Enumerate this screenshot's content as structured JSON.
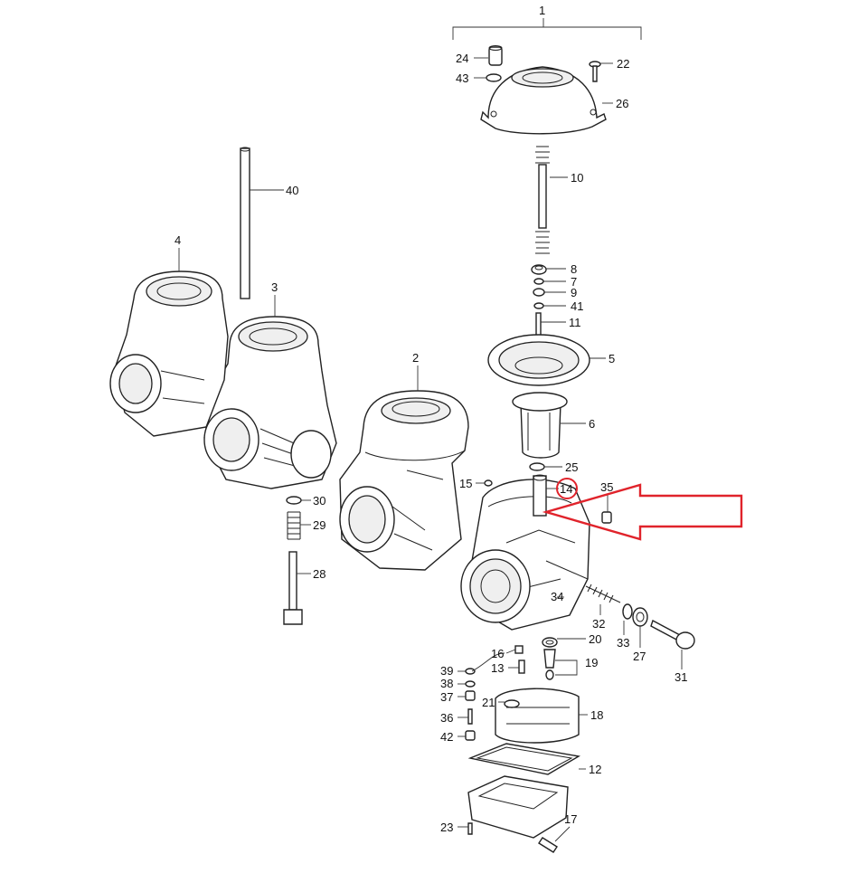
{
  "diagram": {
    "callouts": [
      "1",
      "2",
      "3",
      "4",
      "5",
      "6",
      "7",
      "8",
      "9",
      "10",
      "11",
      "12",
      "13",
      "14",
      "15",
      "16",
      "17",
      "18",
      "19",
      "20",
      "21",
      "22",
      "23",
      "24",
      "25",
      "26",
      "27",
      "28",
      "29",
      "30",
      "31",
      "32",
      "33",
      "34",
      "35",
      "36",
      "37",
      "38",
      "39",
      "40",
      "41",
      "42",
      "43"
    ],
    "highlighted_callout": "14",
    "highlight_color": "#e0232b",
    "line_color": "#222222"
  }
}
